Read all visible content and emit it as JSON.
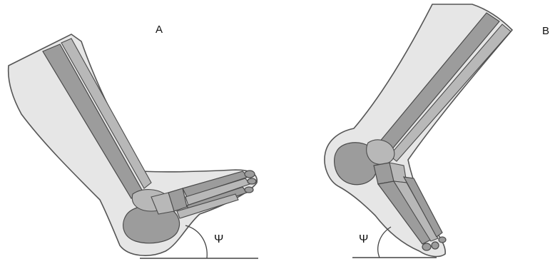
{
  "panels": {
    "a": {
      "label": "A",
      "angle_symbol": "Ψ"
    },
    "b": {
      "label": "B",
      "angle_symbol": "Ψ"
    }
  },
  "colors": {
    "skin": "#e6e6e6",
    "bone": "#9c9c9c",
    "outline": "#4a4a4a",
    "ground": "#444444"
  }
}
